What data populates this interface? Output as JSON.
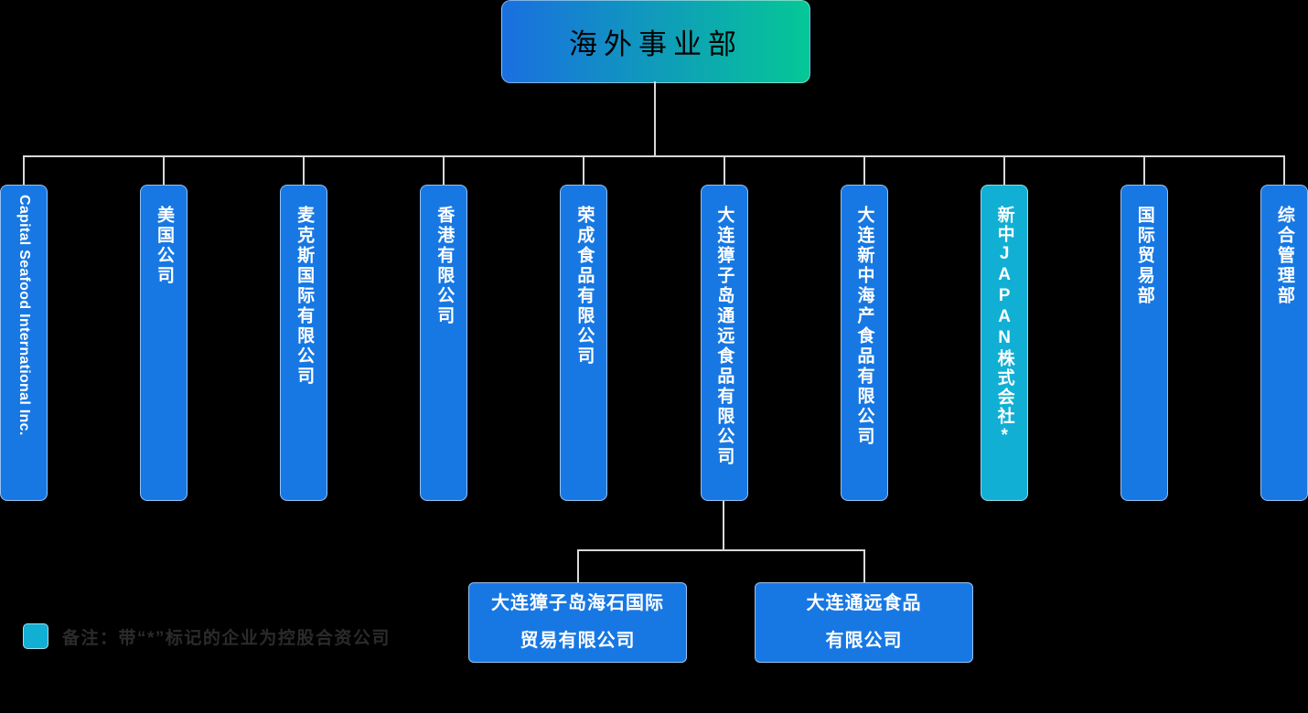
{
  "root": {
    "label": "海外事业部"
  },
  "departments": [
    {
      "label": "Capital Seafood International Inc.",
      "highlight": false
    },
    {
      "label": "美国公司",
      "highlight": false
    },
    {
      "label": "麦克斯国际有限公司",
      "highlight": false
    },
    {
      "label": "香港有限公司",
      "highlight": false
    },
    {
      "label": "荣成食品有限公司",
      "highlight": false
    },
    {
      "label": "大连獐子岛通远食品有限公司",
      "highlight": false
    },
    {
      "label": "大连新中海产食品有限公司",
      "highlight": false
    },
    {
      "label": "新中JAPAN株式会社*",
      "highlight": true
    },
    {
      "label": "国际贸易部",
      "highlight": false
    },
    {
      "label": "综合管理部",
      "highlight": false
    }
  ],
  "subsidiaries": [
    {
      "line1": "大连獐子岛海石国际",
      "line2": "贸易有限公司"
    },
    {
      "line1": "大连通远食品",
      "line2": "有限公司"
    }
  ],
  "note": {
    "marker_icon": "cyan-square",
    "text": "备注：带“*”标记的企业为控股合资公司"
  },
  "colors": {
    "background": "#000000",
    "box_blue": "#1778E4",
    "box_cyan_highlight": "#11AFD4",
    "root_gradient_from": "#1A6FE0",
    "root_gradient_to": "#05C796",
    "connector_line": "#D9D9D9",
    "box_text": "#FFFFFF",
    "note_text": "#2B2B2B"
  }
}
